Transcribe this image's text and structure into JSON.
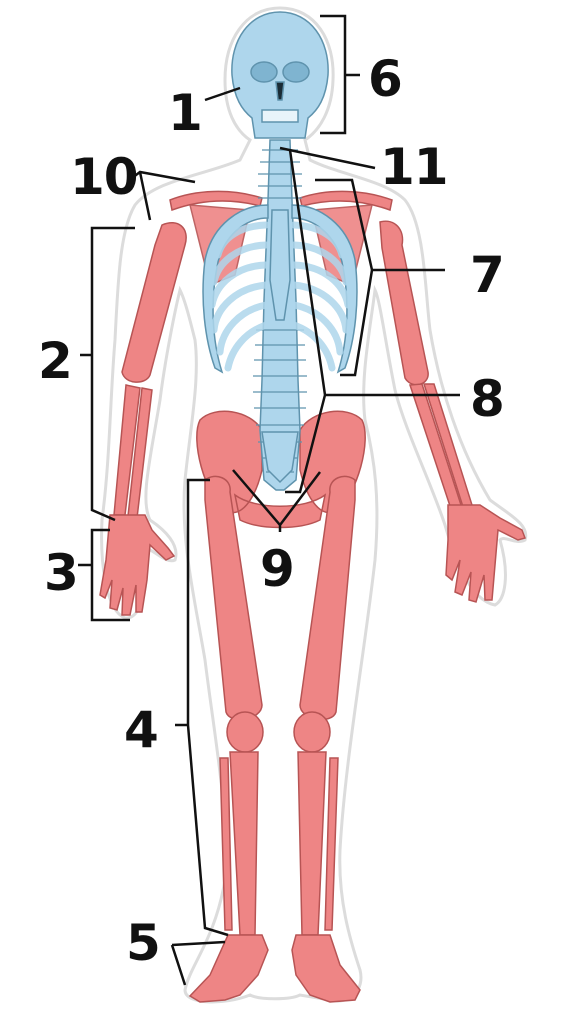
{
  "diagram": {
    "colors": {
      "axial": "#aed6ec",
      "axial_stroke": "#5f93ad",
      "appendicular": "#ee8585",
      "appendicular_stroke": "#b75454",
      "body_outline": "#dcdcdc",
      "leader": "#111111"
    },
    "labels": [
      "1",
      "2",
      "3",
      "4",
      "5",
      "6",
      "7",
      "8",
      "9",
      "10",
      "11"
    ]
  }
}
